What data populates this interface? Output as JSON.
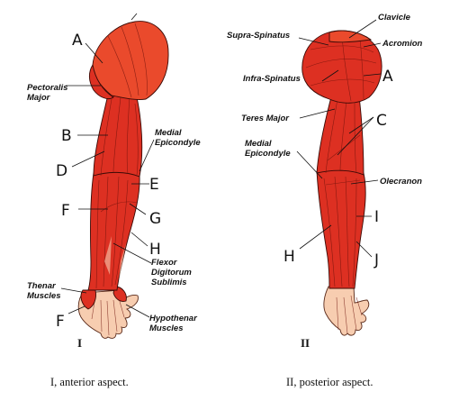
{
  "colors": {
    "muscle": "#dd3022",
    "muscle_dark": "#b52014",
    "deltoid": "#ea4a2c",
    "skin": "#f7cdb0",
    "ink": "#111111"
  },
  "anterior": {
    "numeral": "I",
    "caption": "I, anterior aspect.",
    "labels": {
      "pectoralis": [
        "Pectoralis",
        "Major"
      ],
      "medial_epicondyle": [
        "Medial",
        "Epicondyle"
      ],
      "flexor": [
        "Flexor",
        "Digitorum",
        "Sublimis"
      ],
      "thenar": [
        "Thenar",
        "Muscles"
      ],
      "hypothenar": [
        "Hypothenar",
        "Muscles"
      ]
    },
    "letters": [
      "A",
      "B",
      "D",
      "F",
      "E",
      "G",
      "H",
      "F"
    ]
  },
  "posterior": {
    "numeral": "II",
    "caption": "II, posterior aspect.",
    "labels": {
      "supra": "Supra-Spinatus",
      "clavicle": "Clavicle",
      "acromion": "Acromion",
      "infra": "Infra-Spinatus",
      "teres": "Teres Major",
      "medial_epicondyle": [
        "Medial",
        "Epicondyle"
      ],
      "olecranon": "Olecranon"
    },
    "letters": [
      "A",
      "C",
      "I",
      "H",
      "J"
    ]
  }
}
